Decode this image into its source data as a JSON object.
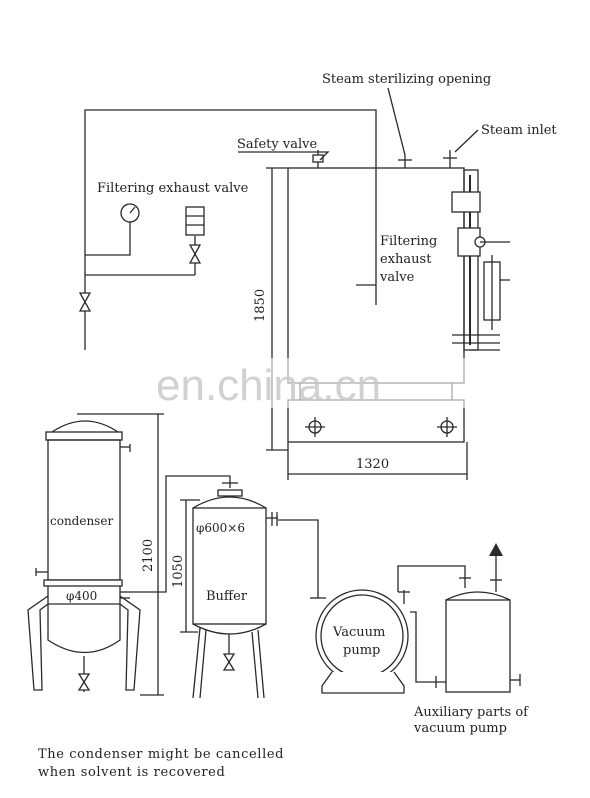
{
  "labels": {
    "steam_sterilizing_opening": "Steam sterilizing opening",
    "steam_inlet": "Steam inlet",
    "safety_valve": "Safety valve",
    "filtering_exhaust_valve_left": "Filtering exhaust valve",
    "filtering_exhaust_valve_right_1": "Filtering",
    "filtering_exhaust_valve_right_2": "exhaust",
    "filtering_exhaust_valve_right_3": "valve",
    "condenser": "condenser",
    "condenser_diameter": "φ400",
    "buffer": "Buffer",
    "buffer_size": "φ600×6",
    "vacuum_pump_1": "Vacuum",
    "vacuum_pump_2": "pump",
    "auxiliary_1": "Auxiliary parts of",
    "auxiliary_2": "vacuum pump"
  },
  "dimensions": {
    "chamber_height": "1850",
    "chamber_width": "1320",
    "condenser_height": "2100",
    "buffer_height": "1050"
  },
  "note": {
    "line1": "The condenser might be cancelled",
    "line2": "when solvent is recovered"
  },
  "watermark": "en.china.cn"
}
